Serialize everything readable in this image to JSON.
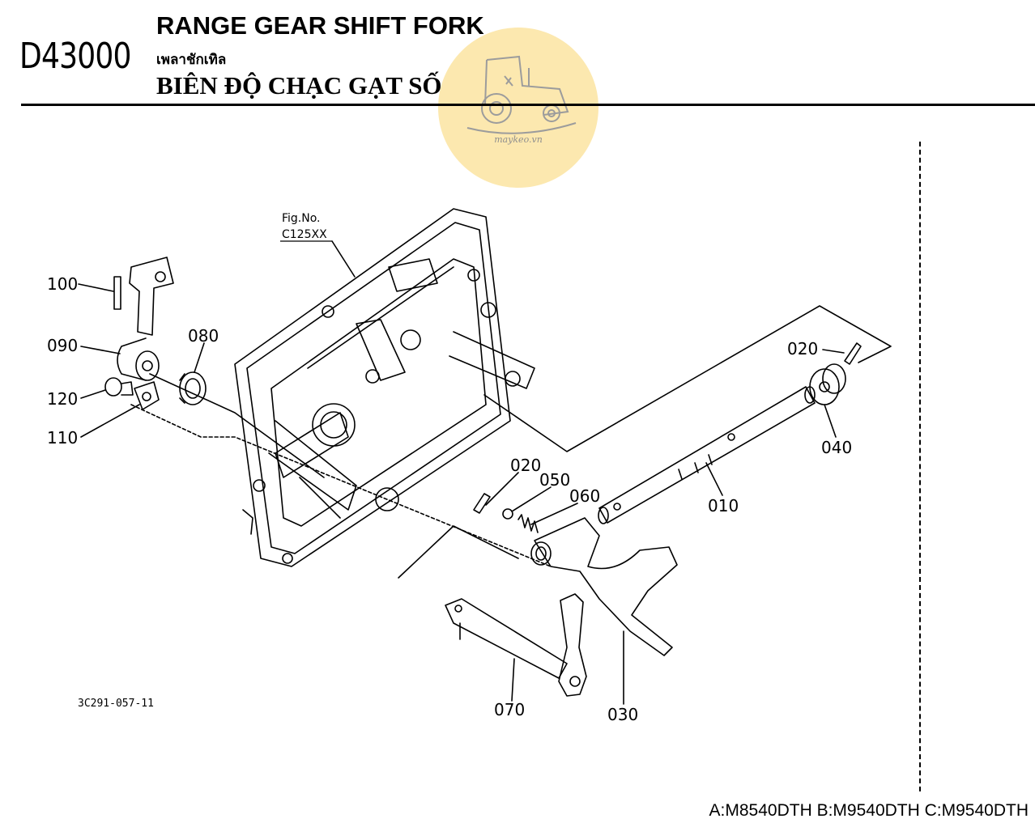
{
  "header": {
    "code": "D43000",
    "title_en": "RANGE GEAR SHIFT FORK",
    "title_th": "เพลาชักเทิล",
    "title_vi": "BIÊN ĐỘ CHẠC GẠT SỐ"
  },
  "watermark": {
    "text": "maykeo.vn",
    "icon": "tractor-icon",
    "color": "#f9d571"
  },
  "figure": {
    "ref_label": "Fig.No.",
    "ref_code": "C125XX"
  },
  "callouts": [
    "100",
    "090",
    "080",
    "120",
    "110",
    "020",
    "040",
    "020",
    "050",
    "060",
    "010",
    "070",
    "030"
  ],
  "drawing_code": "3C291-057-11",
  "models": "A:M8540DTH B:M9540DTH C:M9540DTH"
}
